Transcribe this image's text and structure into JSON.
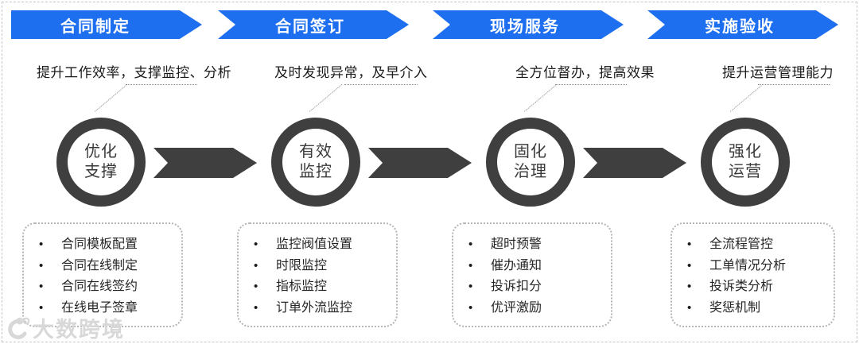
{
  "colors": {
    "banner_blue": "#1E6FF0",
    "dark_gray": "#3F3F3F"
  },
  "stages": [
    {
      "banner": "合同制定",
      "description": "提升工作效率，支撑监控、分析",
      "circle": [
        "优化",
        "支撑"
      ],
      "items": [
        "合同模板配置",
        "合同在线制定",
        "合同在线签约",
        "在线电子签章"
      ]
    },
    {
      "banner": "合同签订",
      "description": "及时发现异常，及早介入",
      "circle": [
        "有效",
        "监控"
      ],
      "items": [
        "监控阀值设置",
        "时限监控",
        "指标监控",
        "订单外流监控"
      ]
    },
    {
      "banner": "现场服务",
      "description": "全方位督办，提高效果",
      "circle": [
        "固化",
        "治理"
      ],
      "items": [
        "超时预警",
        "催办通知",
        "投诉扣分",
        "优评激励"
      ]
    },
    {
      "banner": "实施验收",
      "description": "提升运营管理能力",
      "circle": [
        "强化",
        "运营"
      ],
      "items": [
        "全流程管控",
        "工单情况分析",
        "投诉类分析",
        "奖惩机制"
      ]
    }
  ],
  "watermark": {
    "text": "大数跨境"
  }
}
